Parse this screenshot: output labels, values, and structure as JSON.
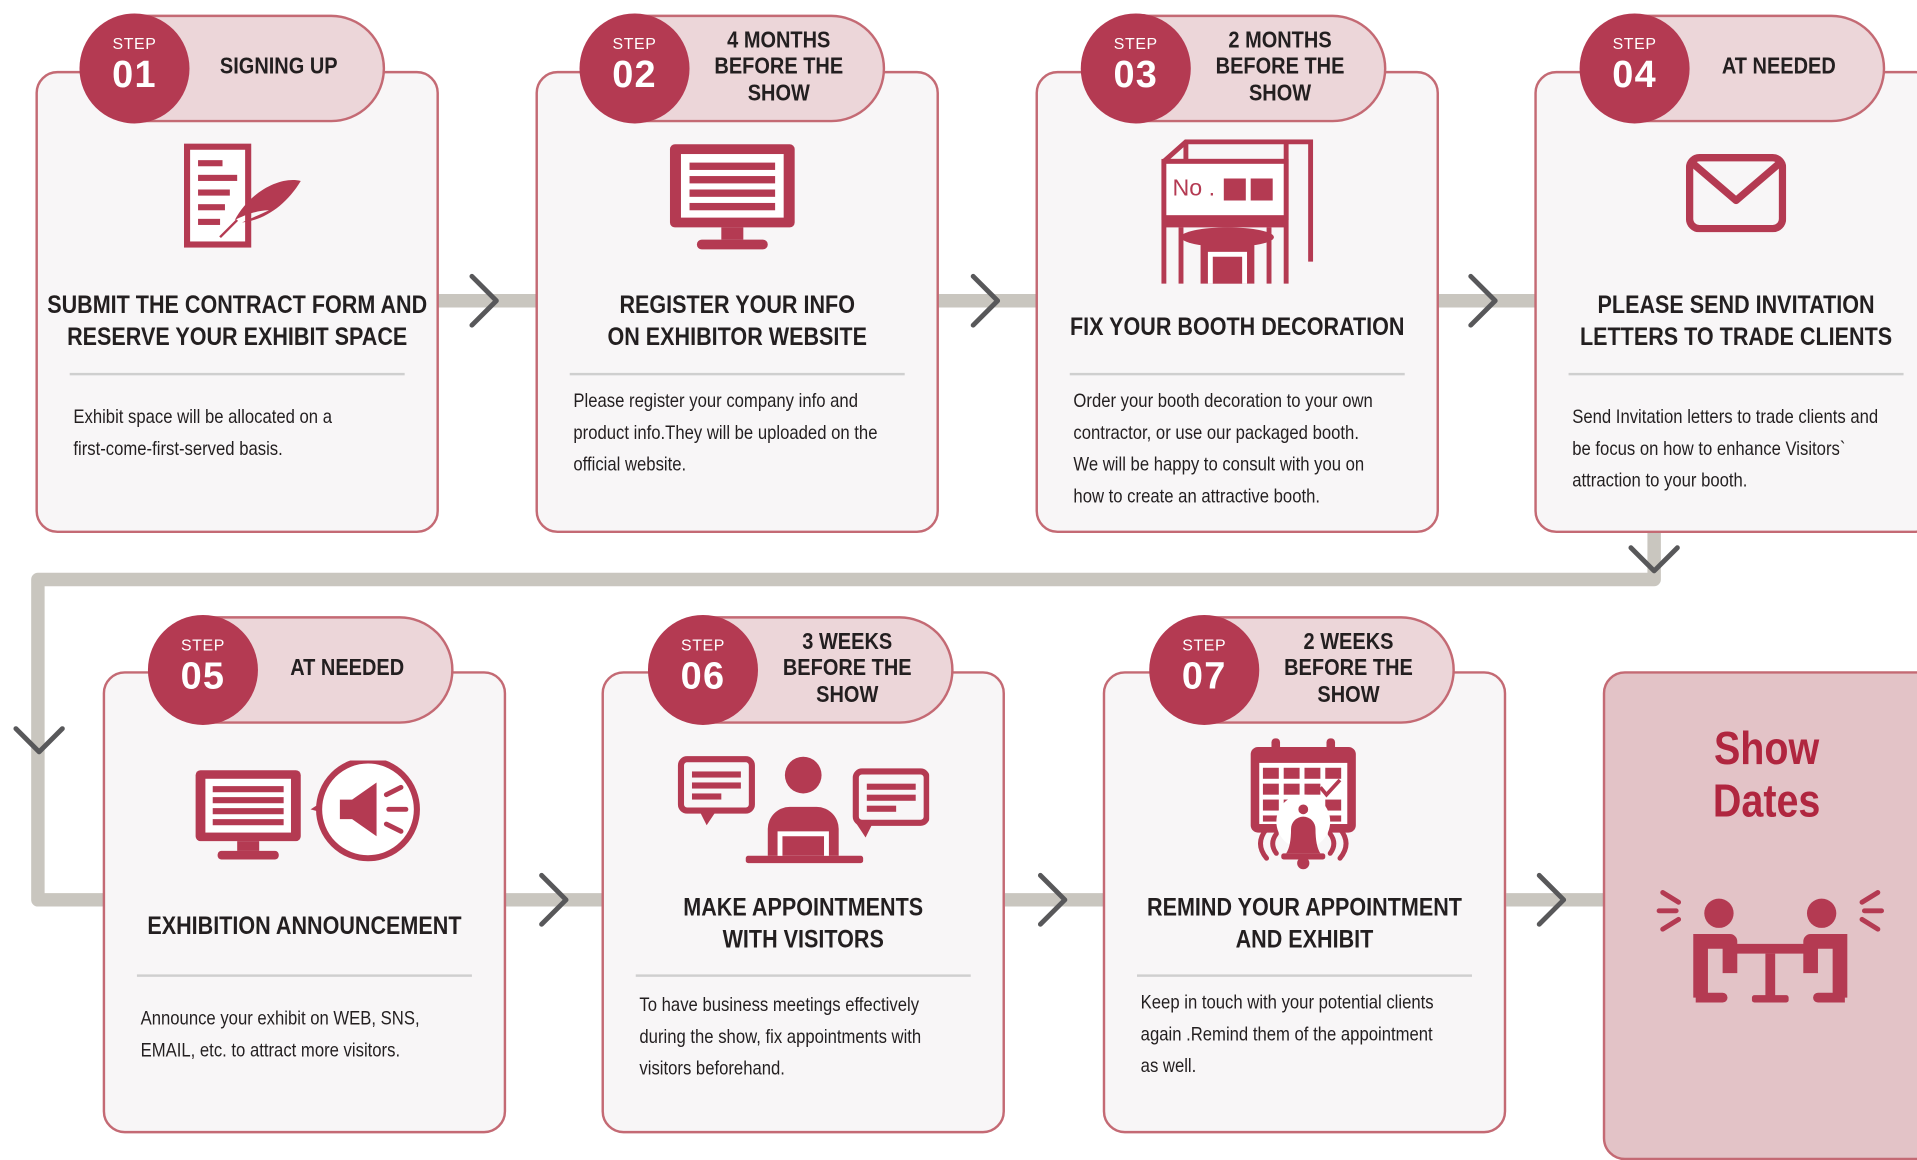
{
  "steps": [
    {
      "label": "STEP",
      "number": "01",
      "timing": [
        "SIGNING UP"
      ],
      "heading": [
        "SUBMIT THE CONTRACT FORM AND",
        "RESERVE YOUR EXHIBIT SPACE"
      ],
      "description": [
        "Exhibit space will be allocated on a",
        "first-come-first-served basis."
      ],
      "icon": "contract-signing-icon"
    },
    {
      "label": "STEP",
      "number": "02",
      "timing": [
        "4 MONTHS",
        "BEFORE THE",
        "SHOW"
      ],
      "heading": [
        "REGISTER YOUR INFO",
        "ON EXHIBITOR WEBSITE"
      ],
      "description": [
        "Please register your company info and",
        "product info.They will be uploaded on the",
        "official website."
      ],
      "icon": "monitor-icon"
    },
    {
      "label": "STEP",
      "number": "03",
      "timing": [
        "2 MONTHS",
        "BEFORE THE",
        "SHOW"
      ],
      "heading": [
        "FIX YOUR BOOTH DECORATION"
      ],
      "description": [
        "Order your booth decoration to your own",
        "contractor, or use our packaged booth.",
        "We will be happy to consult with you on",
        "how to create an attractive booth."
      ],
      "icon": "booth-icon",
      "booth_sign": "No ."
    },
    {
      "label": "STEP",
      "number": "04",
      "timing": [
        "AT NEEDED"
      ],
      "heading": [
        "PLEASE SEND INVITATION",
        "LETTERS TO TRADE CLIENTS"
      ],
      "description": [
        "Send Invitation letters to trade clients and",
        "be focus on how to enhance Visitors`",
        "attraction to your booth."
      ],
      "icon": "envelope-icon"
    },
    {
      "label": "STEP",
      "number": "05",
      "timing": [
        "AT NEEDED"
      ],
      "heading": [
        "EXHIBITION ANNOUNCEMENT"
      ],
      "description": [
        "Announce your exhibit on WEB, SNS,",
        "EMAIL, etc. to attract more visitors."
      ],
      "icon": "monitor-megaphone-icon"
    },
    {
      "label": "STEP",
      "number": "06",
      "timing": [
        "3 WEEKS",
        "BEFORE THE",
        "SHOW"
      ],
      "heading": [
        "MAKE APPOINTMENTS",
        "WITH VISITORS"
      ],
      "description": [
        "To have business meetings effectively",
        "during the show, fix appointments with",
        "visitors beforehand."
      ],
      "icon": "person-chat-icon"
    },
    {
      "label": "STEP",
      "number": "07",
      "timing": [
        "2 WEEKS",
        "BEFORE THE",
        "SHOW"
      ],
      "heading": [
        "REMIND YOUR APPOINTMENT",
        "AND EXHIBIT"
      ],
      "description": [
        "Keep in touch with your potential clients",
        "again .Remind them of the appointment",
        "as well."
      ],
      "icon": "calendar-bell-icon"
    }
  ],
  "final": {
    "title": "Show Dates",
    "icon": "meeting-icon"
  },
  "colors": {
    "accent": "#b43a52",
    "card_border": "#c46a74",
    "pill": "#ecd6d9",
    "connector": "#c9c6bf",
    "arrow": "#58585a"
  }
}
